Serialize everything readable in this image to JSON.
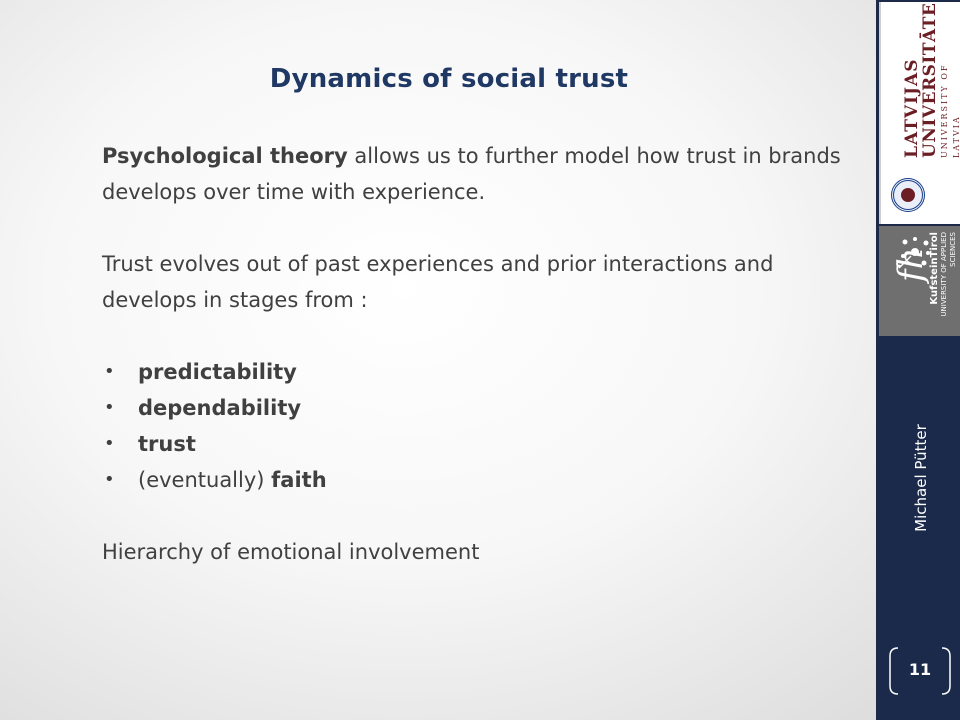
{
  "slide": {
    "title": "Dynamics of social trust",
    "paragraph1": {
      "bold_lead": "Psychological theory",
      "rest": " allows us to further model how trust in brands develops over time with experience."
    },
    "paragraph2": "Trust evolves out of past experiences and prior interactions and develops in stages from :",
    "bullets": [
      {
        "prefix": "",
        "bold": "predictability"
      },
      {
        "prefix": "",
        "bold": "dependability"
      },
      {
        "prefix": "",
        "bold": "trust"
      },
      {
        "prefix": "(eventually) ",
        "bold": "faith"
      }
    ],
    "closing": "Hierarchy of emotional involvement",
    "bullet_glyph": "•"
  },
  "sidebar": {
    "author": "Michael Pütter",
    "page_number": "11",
    "logo_lu": {
      "line1": "LATVIJAS",
      "line2": "UNIVERSITĀTE",
      "line3": "UNIVERSITY OF LATVIA"
    },
    "logo_fh": {
      "letters": "fh",
      "name": "KufsteinTirol",
      "sub": "UNIVERSITY OF APPLIED SCIENCES"
    }
  },
  "colors": {
    "title": "#1f3864",
    "body_text": "#404040",
    "sidebar": "#1b2a4a",
    "lu_maroon": "#6b1e24",
    "fh_gray": "#6f6f6f"
  }
}
